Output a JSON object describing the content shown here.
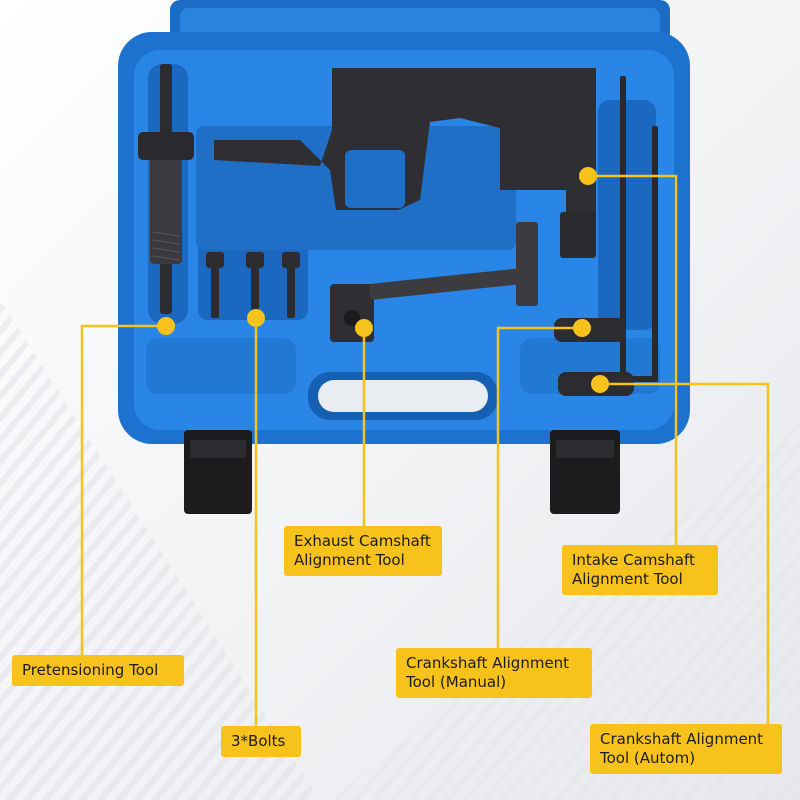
{
  "product": {
    "case_color": "#1f78d6",
    "tool_color": "#2c2c30",
    "callout_color": "#f7c21b",
    "labels": {
      "pretensioning_tool": "Pretensioning Tool",
      "bolts": "3*Bolts",
      "exhaust_line1": "Exhaust Camshaft",
      "exhaust_line2": "Alignment Tool",
      "intake_line1": "Intake Camshaft",
      "intake_line2": "Alignment Tool",
      "crank_manual_line1": "Crankshaft Alignment",
      "crank_manual_line2": "Tool (Manual)",
      "crank_auto_line1": "Crankshaft Alignment",
      "crank_auto_line2": "Tool (Autom)"
    }
  }
}
